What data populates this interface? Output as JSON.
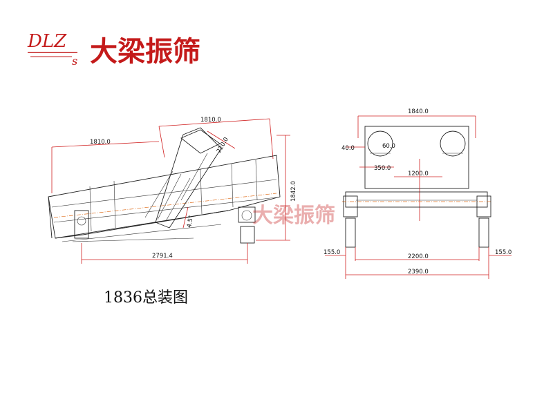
{
  "logo": {
    "letters": "DLZ",
    "sub_letter": "s"
  },
  "brand_name": "大梁振筛",
  "watermark": "大梁振筛",
  "caption": "1836总装图",
  "side_view": {
    "dims": [
      "1810.0",
      "1810.0",
      "220.0",
      "1842.0",
      "2791.4",
      "4.5°"
    ]
  },
  "end_view": {
    "dims": [
      "1840.0",
      "40.0",
      "60.0",
      "350.0",
      "1200.0",
      "155.0",
      "2200.0",
      "155.0",
      "2390.0"
    ]
  }
}
